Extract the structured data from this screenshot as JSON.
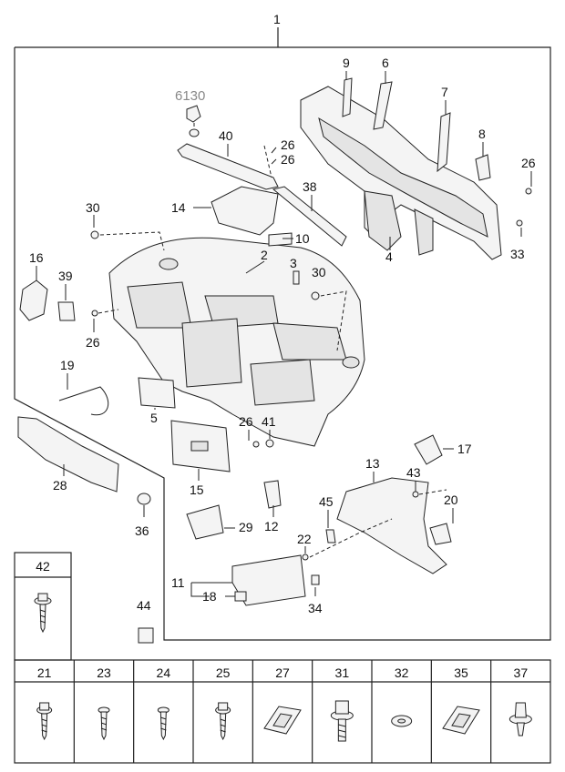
{
  "assembly_number": "1",
  "reference_number": "6130",
  "callouts": {
    "p2": "2",
    "p3": "3",
    "p4": "4",
    "p5": "5",
    "p6": "6",
    "p7": "7",
    "p8": "8",
    "p9": "9",
    "p10": "10",
    "p11": "11",
    "p12": "12",
    "p13": "13",
    "p14": "14",
    "p15": "15",
    "p16": "16",
    "p17": "17",
    "p18": "18",
    "p19": "19",
    "p20": "20",
    "p22": "22",
    "p26": "26",
    "p28": "28",
    "p29": "29",
    "p30": "30",
    "p33": "33",
    "p34": "34",
    "p36": "36",
    "p38": "38",
    "p39": "39",
    "p40": "40",
    "p41": "41",
    "p43": "43",
    "p44": "44",
    "p45": "45"
  },
  "fastener_box": {
    "label": "42"
  },
  "fastener_table": [
    {
      "label": "21",
      "icon": "screw-washer-icon"
    },
    {
      "label": "23",
      "icon": "screw-icon"
    },
    {
      "label": "24",
      "icon": "screw-icon"
    },
    {
      "label": "25",
      "icon": "screw-washer-icon"
    },
    {
      "label": "27",
      "icon": "grommet-icon"
    },
    {
      "label": "31",
      "icon": "bolt-icon"
    },
    {
      "label": "32",
      "icon": "washer-icon"
    },
    {
      "label": "35",
      "icon": "grommet-icon"
    },
    {
      "label": "37",
      "icon": "clip-icon"
    }
  ]
}
